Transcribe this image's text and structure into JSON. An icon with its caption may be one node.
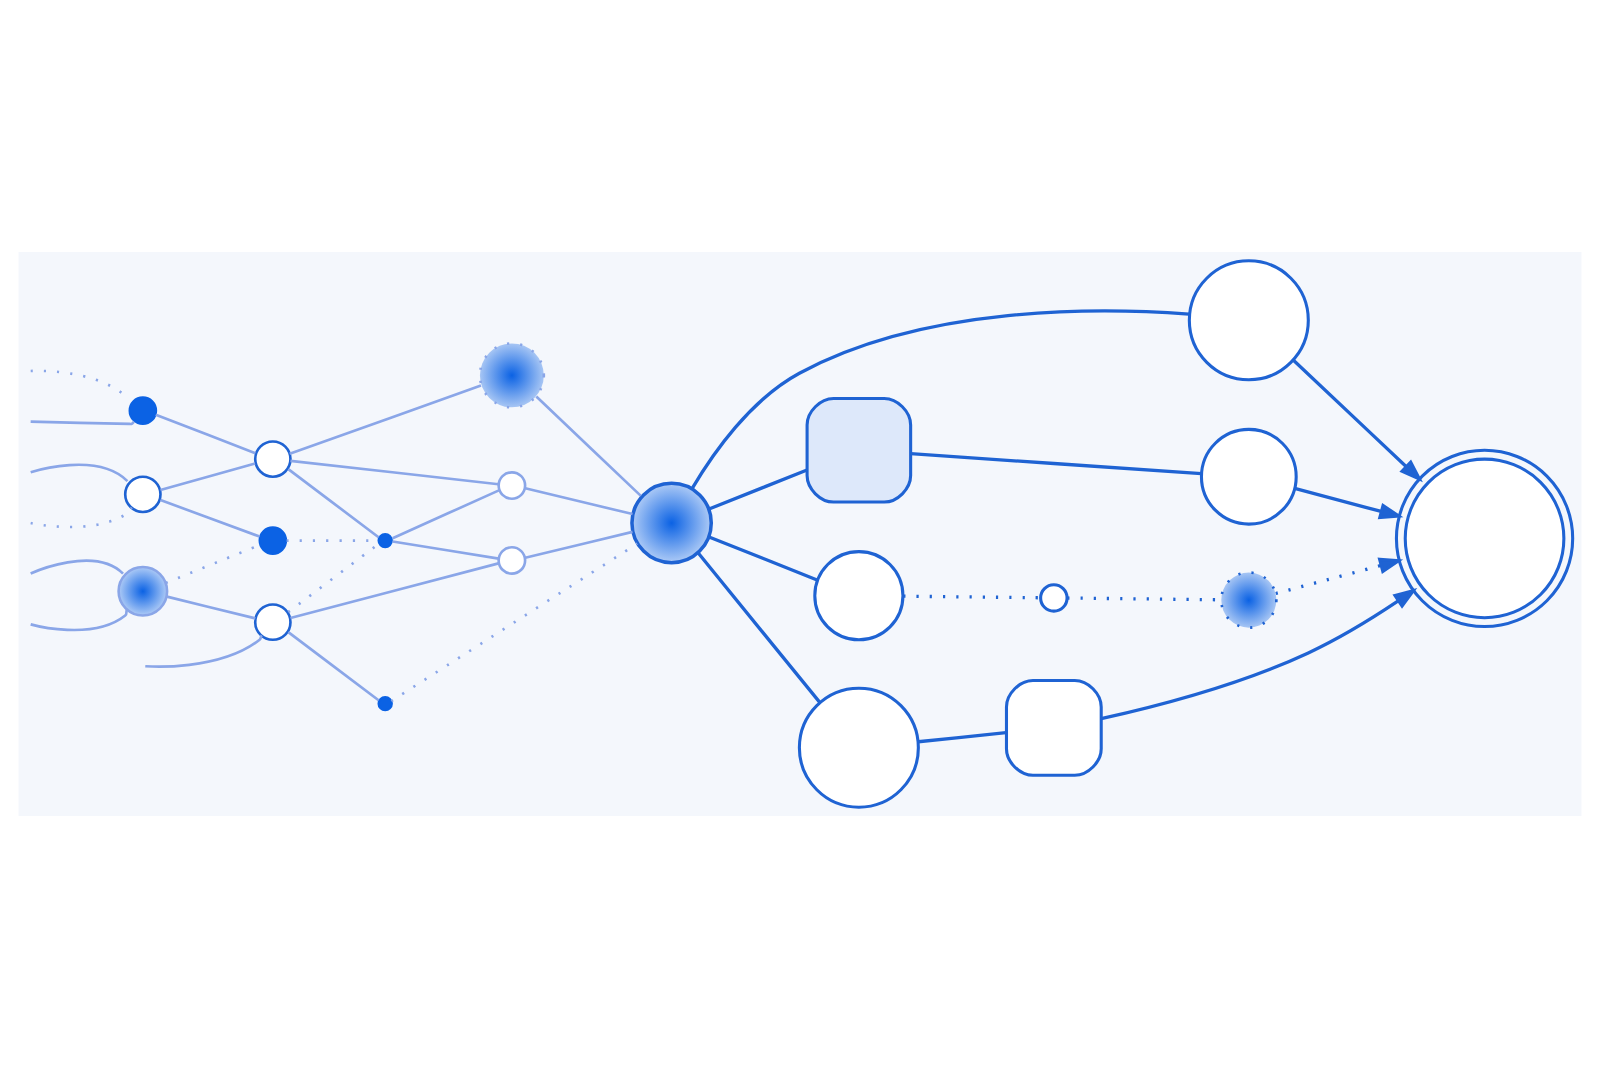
{
  "diagram": {
    "nodes": [
      {
        "text": [],
        "shape": "circle"
      },
      {
        "text": [],
        "shape": "circle"
      },
      {
        "text": [],
        "shape": "circle"
      },
      {
        "text": [],
        "shape": "circle"
      },
      {
        "text": [],
        "shape": "circle"
      },
      {
        "text": [],
        "shape": "circle"
      },
      {
        "text": [],
        "shape": "circle"
      },
      {
        "text": [],
        "shape": "circle"
      },
      {
        "text": [],
        "shape": "circle"
      },
      {
        "text": [],
        "shape": "circle"
      },
      {
        "text": [],
        "shape": "circle"
      },
      {
        "text": [],
        "shape": "circle"
      },
      {
        "text": [],
        "shape": "circle"
      },
      {
        "text": [],
        "shape": "box"
      },
      {
        "text": [],
        "shape": "circle"
      },
      {
        "text": [],
        "shape": "circle"
      },
      {
        "text": [],
        "shape": "circle"
      },
      {
        "text": [],
        "shape": "circle"
      },
      {
        "text": [],
        "shape": "circle"
      },
      {
        "text": [],
        "shape": "box"
      },
      {
        "text": [],
        "shape": "circle"
      }
    ],
    "edges": [
      {
        "from": null,
        "to": 0,
        "arrow": "none",
        "style": "dashed"
      },
      {
        "from": null,
        "to": 0,
        "arrow": "none"
      },
      {
        "from": 0,
        "to": 2,
        "arrow": "none"
      },
      {
        "from": null,
        "to": 3,
        "arrow": "none",
        "style": "dashed"
      },
      {
        "from": null,
        "to": 3,
        "arrow": "none"
      },
      {
        "from": 2,
        "to": 1,
        "arrow": "none"
      },
      {
        "from": 3,
        "to": 2,
        "arrow": "none"
      },
      {
        "from": 2,
        "to": 6,
        "arrow": "none"
      },
      {
        "from": 2,
        "to": 4,
        "arrow": "none"
      },
      {
        "from": 1,
        "to": 11,
        "arrow": "none"
      },
      {
        "from": 3,
        "to": 5,
        "arrow": "none"
      },
      {
        "from": 5,
        "to": 6,
        "arrow": "none",
        "style": "dashed"
      },
      {
        "from": 7,
        "to": 5,
        "arrow": "none",
        "style": "dashed"
      },
      {
        "from": 6,
        "to": 4,
        "arrow": "none"
      },
      {
        "from": 4,
        "to": 11,
        "arrow": "none"
      },
      {
        "from": 6,
        "to": 8,
        "arrow": "none"
      },
      {
        "from": 9,
        "to": 6,
        "arrow": "none",
        "style": "dashed"
      },
      {
        "from": 8,
        "to": 11,
        "arrow": "none"
      },
      {
        "from": 9,
        "to": 8,
        "arrow": "none"
      },
      {
        "from": 7,
        "to": 9,
        "arrow": "none"
      },
      {
        "from": null,
        "to": 7,
        "arrow": "none"
      },
      {
        "from": null,
        "to": 7,
        "arrow": "none"
      },
      {
        "from": 9,
        "to": 10,
        "arrow": "none"
      },
      {
        "from": null,
        "to": 9,
        "arrow": "none"
      },
      {
        "from": 10,
        "to": 11,
        "arrow": "none",
        "style": "dashed"
      },
      {
        "from": 11,
        "to": 12,
        "arrow": "none",
        "color": "#1f63d3"
      },
      {
        "from": 12,
        "to": 20,
        "arrow": "to",
        "color": "#1f63d3"
      },
      {
        "from": 11,
        "to": 13,
        "arrow": "none",
        "color": "#1f63d3"
      },
      {
        "from": 13,
        "to": 14,
        "arrow": "none",
        "color": "#1f63d3"
      },
      {
        "from": 14,
        "to": 20,
        "arrow": "to",
        "color": "#1f63d3"
      },
      {
        "from": 11,
        "to": 15,
        "arrow": "none",
        "color": "#1f63d3"
      },
      {
        "from": 15,
        "to": 16,
        "arrow": "none",
        "style": "dashed",
        "color": "#1f63d3"
      },
      {
        "from": 16,
        "to": 17,
        "arrow": "none",
        "style": "dashed",
        "color": "#1f63d3"
      },
      {
        "from": 17,
        "to": 20,
        "arrow": "to",
        "style": "dashed",
        "color": "#1f63d3"
      },
      {
        "from": 11,
        "to": 18,
        "arrow": "none",
        "color": "#1f63d3"
      },
      {
        "from": 18,
        "to": 19,
        "arrow": "none",
        "color": "#1f63d3"
      },
      {
        "from": 19,
        "to": 20,
        "arrow": "to",
        "color": "#1f63d3"
      }
    ]
  }
}
